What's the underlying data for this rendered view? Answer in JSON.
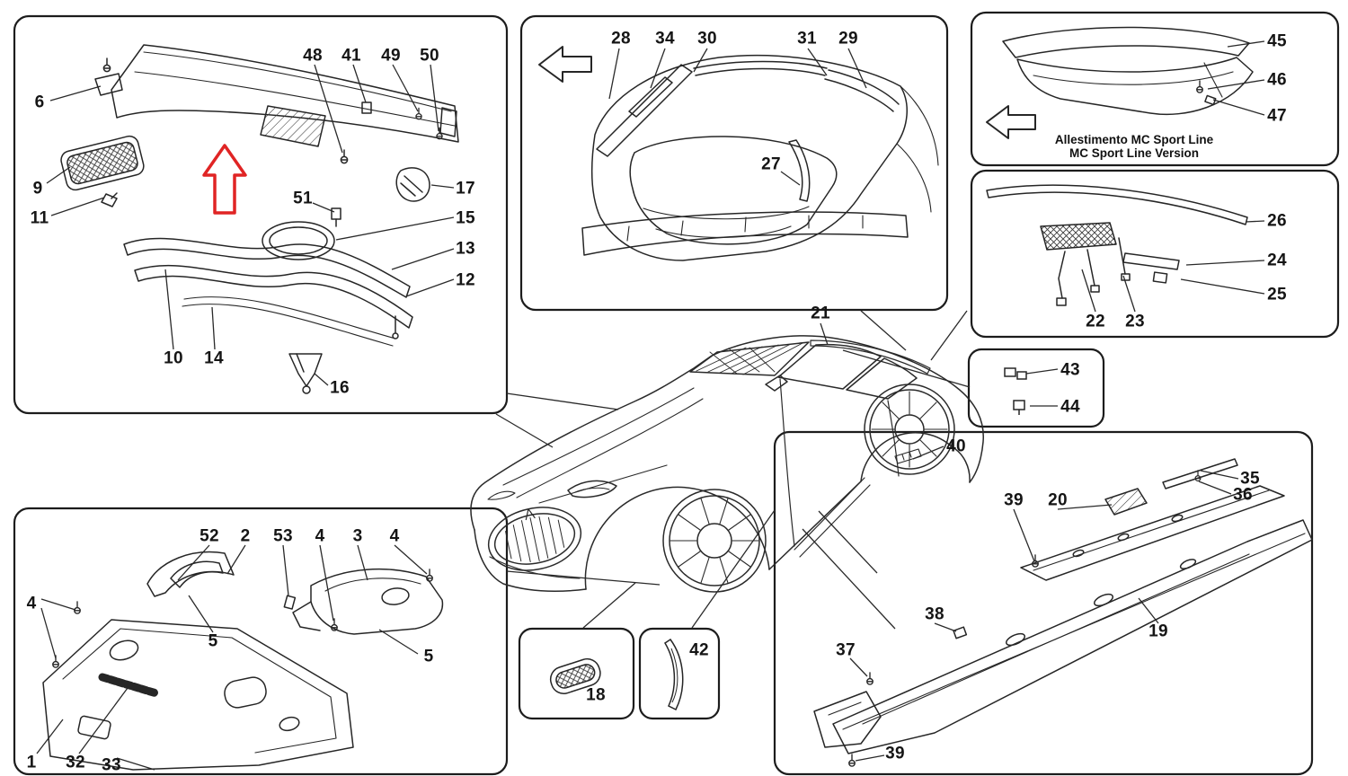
{
  "colors": {
    "ink": "#222222",
    "arrow_red": "#e02424",
    "background": "#ffffff"
  },
  "icons": {
    "red_position_arrow": "arrow-up",
    "trunk_direction_arrow": "arrow-left",
    "spoiler_direction_arrow": "arrow-left"
  },
  "caption": {
    "line1": "Allestimento MC Sport Line",
    "line2": "MC Sport Line Version"
  },
  "panels": {
    "cowl": {
      "callouts": [
        "6",
        "48",
        "41",
        "49",
        "50",
        "9",
        "11",
        "51",
        "17",
        "15",
        "13",
        "12",
        "10",
        "14",
        "16"
      ]
    },
    "trunk": {
      "callouts": [
        "28",
        "34",
        "30",
        "31",
        "29",
        "27"
      ]
    },
    "spoiler": {
      "callouts": [
        "45",
        "46",
        "47"
      ]
    },
    "roof_trim": {
      "callouts": [
        "26",
        "24",
        "25",
        "22",
        "23"
      ]
    },
    "clips": {
      "callouts": [
        "43",
        "44"
      ]
    },
    "car": {
      "callouts": [
        "21",
        "40"
      ]
    },
    "grommet": {
      "callouts": [
        "18"
      ]
    },
    "arch_trim": {
      "callouts": [
        "42"
      ]
    },
    "underbody": {
      "callouts": [
        "4",
        "52",
        "2",
        "53",
        "4",
        "3",
        "4",
        "5",
        "5",
        "1",
        "32",
        "33"
      ]
    },
    "sills": {
      "callouts": [
        "39",
        "20",
        "35",
        "36",
        "38",
        "37",
        "19",
        "39"
      ]
    }
  }
}
